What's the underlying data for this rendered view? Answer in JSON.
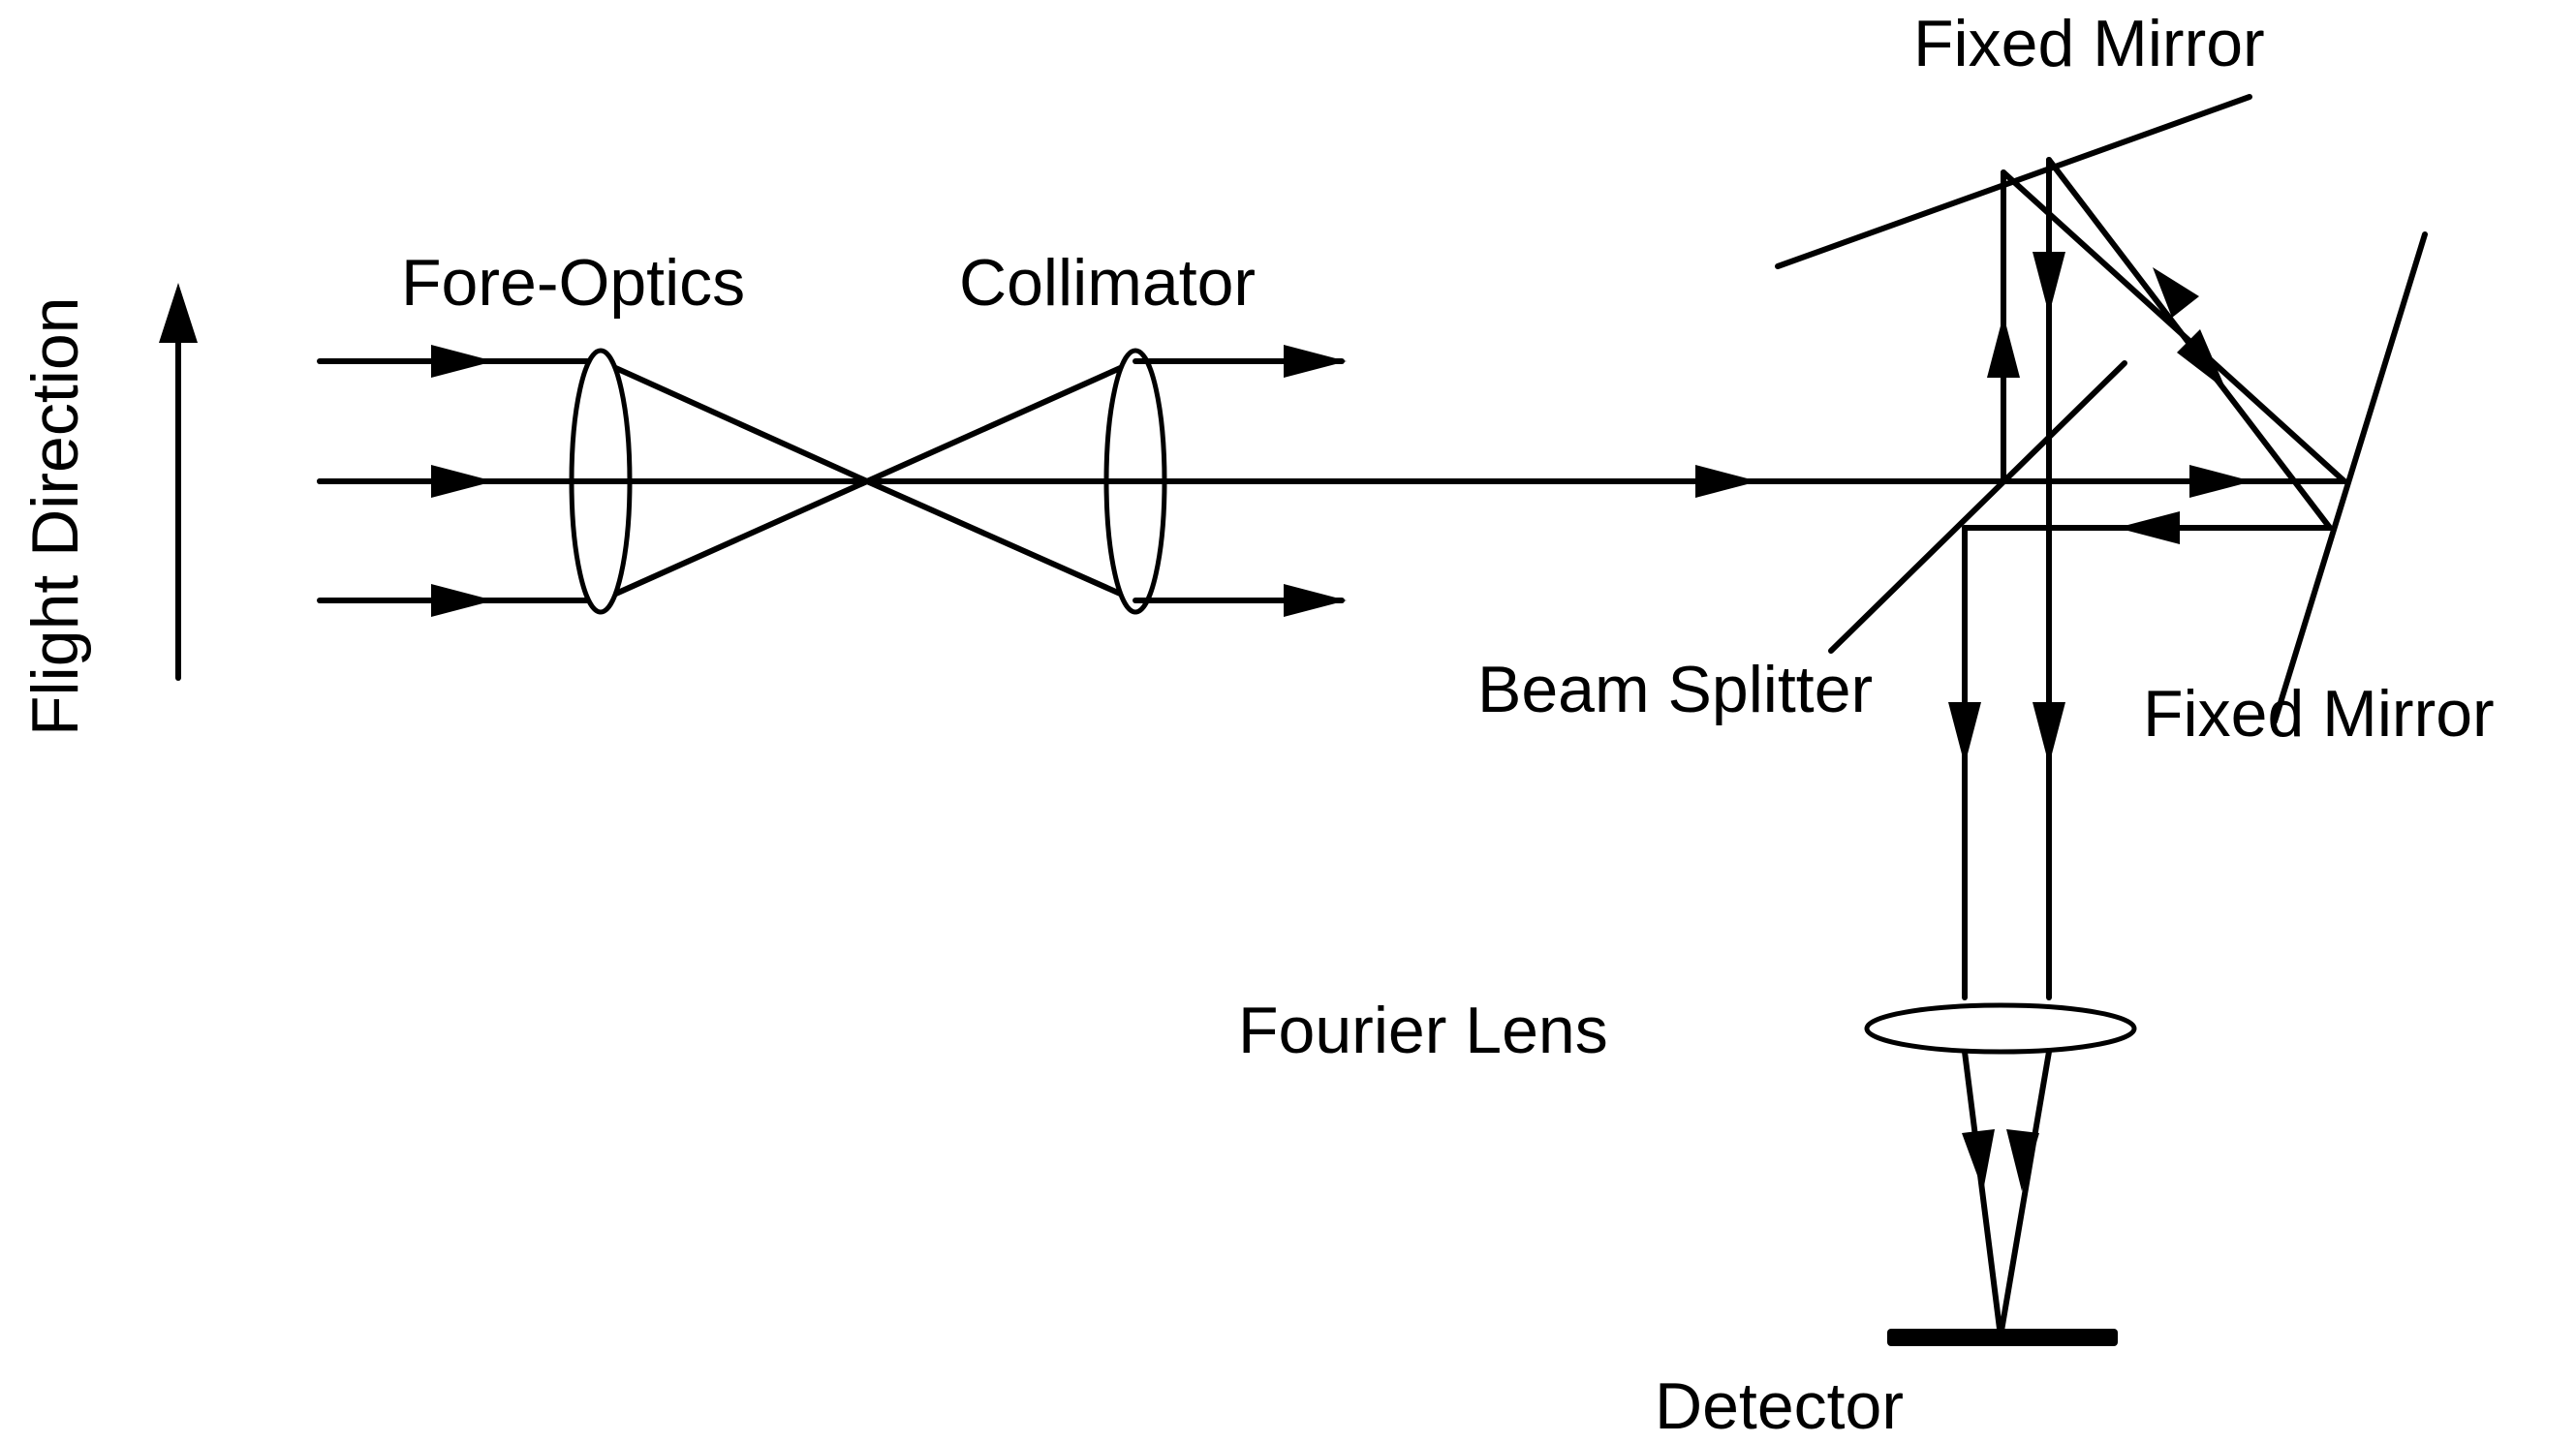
{
  "diagram": {
    "labels": {
      "flight_direction": "Flight Direction",
      "fore_optics": "Fore-Optics",
      "collimator": "Collimator",
      "fixed_mirror_top": "Fixed Mirror",
      "fixed_mirror_right": "Fixed Mirror",
      "beam_splitter": "Beam Splitter",
      "fourier_lens": "Fourier Lens",
      "detector": "Detector"
    }
  }
}
